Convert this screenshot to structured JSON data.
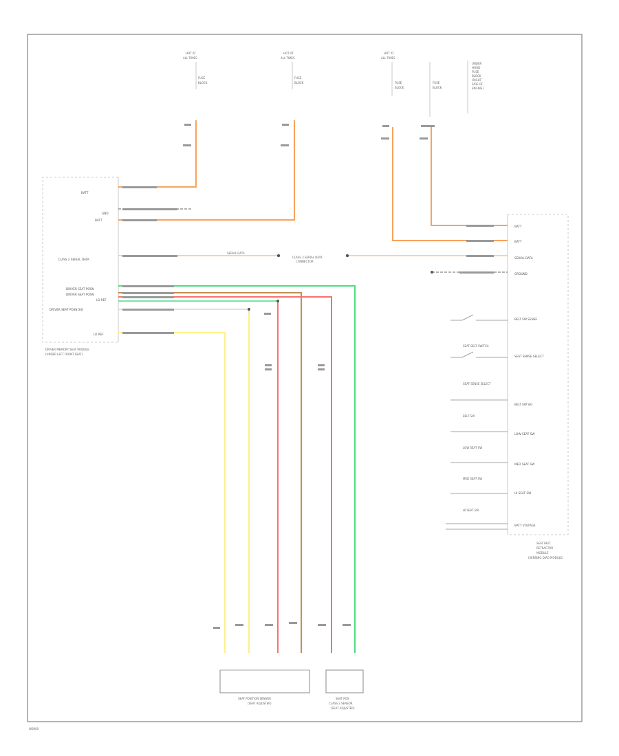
{
  "colors": {
    "orange": "#f7a35c",
    "green": "#22c55e",
    "red": "#f87171",
    "brown": "#c2904d",
    "yellow": "#fdf08a",
    "gray": "#9ca3af",
    "frame": "#9a9a9a"
  },
  "fuses": {
    "fuse1": {
      "header": "HOT AT",
      "sub": "ALL TIMES",
      "name": "FUSE",
      "loc": "BLOCK"
    },
    "fuse2": {
      "header": "HOT AT",
      "sub": "ALL TIMES",
      "name": "FUSE",
      "loc": "BLOCK"
    },
    "fuse3": {
      "header": "HOT AT",
      "sub": "ALL TIMES",
      "name": "FUSE",
      "loc": "BLOCK"
    },
    "fuse4": {
      "name": "FUSE",
      "loc": "BLOCK"
    },
    "side_note": [
      "UNDER",
      "HOOD",
      "FUSE",
      "BLOCK",
      "(RIGHT",
      "SIDE OF",
      "ENGINE)"
    ]
  },
  "left_module": {
    "name_line1": "DRIVER MEMORY SEAT MODULE",
    "name_line2": "(UNDER LEFT FRONT SEAT)",
    "pins": [
      "BATT",
      "GND",
      "BATT",
      "CLASS 2 SERIAL DATA",
      "DRIVER SEAT POSN",
      "DRIVER SEAT POSN",
      "LO REF",
      "DRIVER SEAT POSN SIG",
      "LO REF"
    ]
  },
  "right_module": {
    "name_line1": "SEAT BELT",
    "name_line2": "RETRACTOR",
    "name_line3": "MODULE",
    "name_line4": "(SENSING DIAG MODULE)",
    "pins": [
      "BATT",
      "BATT",
      "SERIAL DATA",
      "GROUND",
      "BELT SW SENSE",
      "SEAT SENSE SELECT",
      "BELT SW SIG",
      "LOW SEAT SW",
      "MED SEAT SW",
      "HI SEAT SW",
      "BATT VOLTAGE"
    ],
    "switches": [
      "SEAT BELT SWITCH",
      "SEAT SENSE SELECT",
      "BELT SW",
      "LOW SEAT SW",
      "MED SEAT SW",
      "HI SEAT SW"
    ]
  },
  "splice": {
    "label1": "CLASS 2 SERIAL DATA",
    "label2": "CONNECTOR",
    "label_left": "SERIAL DATA"
  },
  "bottom_components": {
    "c1_line1": "SEAT POSITION SENSOR",
    "c1_line2": "(SEAT ADJUSTER)",
    "c2_line1": "SEAT POS",
    "c2_line2": "CLASS 2 SENSOR",
    "c2_line3": "(SEAT ADJUSTER)"
  },
  "diagram_id": "W0000"
}
